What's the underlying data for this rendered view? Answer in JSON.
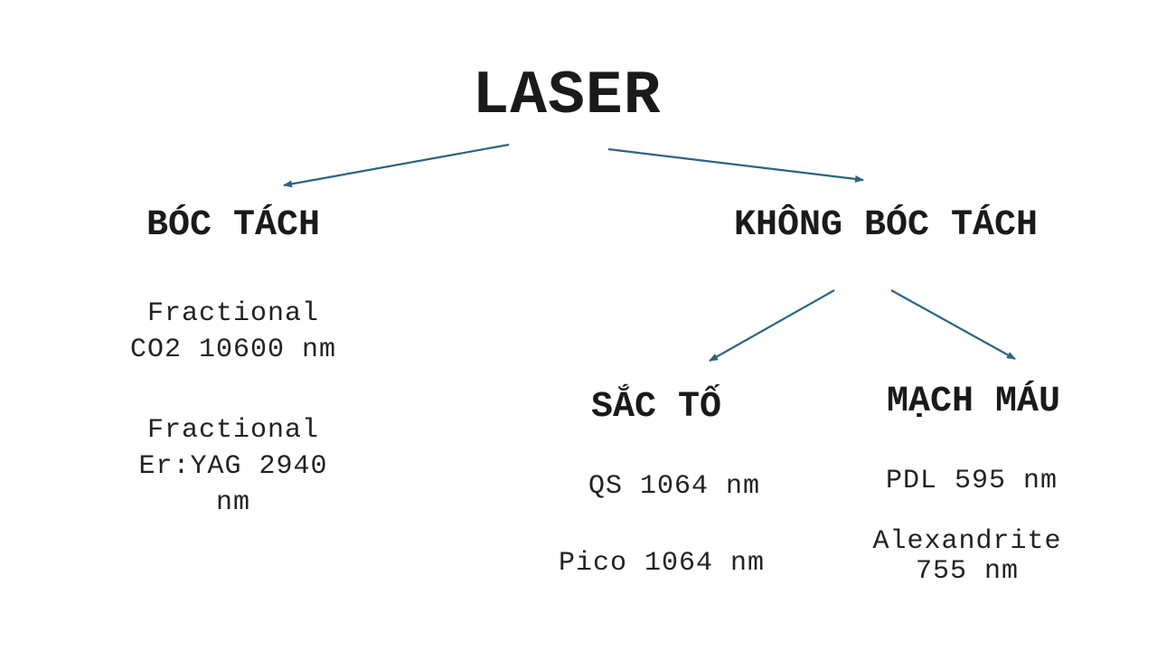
{
  "root": {
    "label": "LASER"
  },
  "ablative": {
    "label": "BÓC TÁCH",
    "items": [
      "Fractional\nCO2 10600 nm",
      "Fractional\nEr:YAG 2940\nnm"
    ]
  },
  "non_ablative": {
    "label": "KHÔNG BÓC TÁCH",
    "pigment": {
      "label": "SẮC TỐ",
      "items": [
        "QS 1064 nm",
        "Pico 1064 nm"
      ]
    },
    "vascular": {
      "label": "MẠCH MÁU",
      "items": [
        "PDL 595 nm",
        "Alexandrite\n755 nm"
      ]
    }
  },
  "colors": {
    "arrow": "#2a6482",
    "text": "#1a1a1a"
  }
}
